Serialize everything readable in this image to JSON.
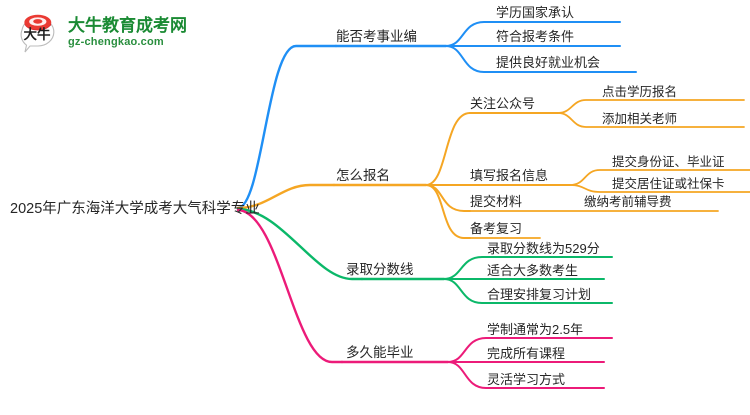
{
  "logo": {
    "mark_text": "大牛",
    "title": "大牛教育成考网",
    "subtitle": "gz-chengkao.com",
    "brand_color": "#1a8a33"
  },
  "mindmap": {
    "root": {
      "label": "2025年广东海洋大学成考大气科学专业"
    },
    "colors": {
      "branch1": "#1f8ff5",
      "branch2": "#f5a623",
      "branch3": "#0bb869",
      "branch4": "#ec1b79",
      "text": "#262626"
    },
    "branches": [
      {
        "label": "能否考事业编",
        "color": "#1f8ff5",
        "children": [
          {
            "label": "学历国家承认",
            "children": []
          },
          {
            "label": "符合报考条件",
            "children": []
          },
          {
            "label": "提供良好就业机会",
            "children": []
          }
        ]
      },
      {
        "label": "怎么报名",
        "color": "#f5a623",
        "children": [
          {
            "label": "关注公众号",
            "children": [
              {
                "label": "点击学历报名"
              },
              {
                "label": "添加相关老师"
              }
            ]
          },
          {
            "label": "填写报名信息",
            "children": [
              {
                "label": "提交身份证、毕业证"
              },
              {
                "label": "提交居住证或社保卡"
              }
            ]
          },
          {
            "label": "提交材料",
            "children": [
              {
                "label": "缴纳考前辅导费"
              }
            ]
          },
          {
            "label": "备考复习",
            "children": []
          }
        ]
      },
      {
        "label": "录取分数线",
        "color": "#0bb869",
        "children": [
          {
            "label": "录取分数线为529分",
            "children": []
          },
          {
            "label": "适合大多数考生",
            "children": []
          },
          {
            "label": "合理安排复习计划",
            "children": []
          }
        ]
      },
      {
        "label": "多久能毕业",
        "color": "#ec1b79",
        "children": [
          {
            "label": "学制通常为2.5年",
            "children": []
          },
          {
            "label": "完成所有课程",
            "children": []
          },
          {
            "label": "灵活学习方式",
            "children": []
          }
        ]
      }
    ]
  }
}
